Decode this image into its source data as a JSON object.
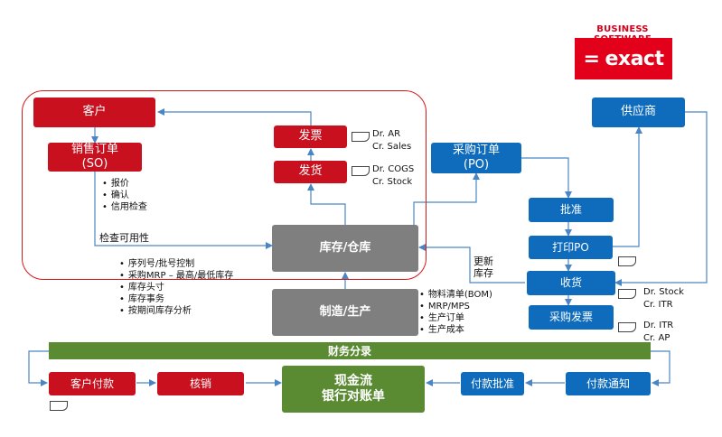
{
  "logo": {
    "tagline": "BUSINESS SOFTWARE",
    "mark": "=",
    "brand": "exact"
  },
  "nodes": {
    "customer": "客户",
    "sales_order": "销售订单\n(SO)",
    "invoice": "发票",
    "delivery": "发货",
    "inventory": "库存/仓库",
    "production": "制造/生产",
    "purchase_order": "采购订单\n(PO)",
    "supplier": "供应商",
    "approve": "批准",
    "print_po": "打印PO",
    "receive": "收货",
    "purchase_invoice": "采购发票",
    "finance": "财务分录",
    "customer_payment": "客户付款",
    "writeoff": "核销",
    "cash_flow": "现金流\n银行对账单",
    "payment_approval": "付款批准",
    "payment_notice": "付款通知"
  },
  "notes": {
    "invoice_entry": "Dr. AR\nCr. Sales",
    "delivery_entry": "Dr. COGS\nCr. Stock",
    "receive_entry": "Dr. Stock\nCr. ITR",
    "purchase_invoice_entry": "Dr. ITR\nCr. AP"
  },
  "labels": {
    "check_availability": "检查可用性",
    "update_inventory": "更新\n库存"
  },
  "so_bullets": [
    "报价",
    "确认",
    "信用检查"
  ],
  "inventory_bullets": [
    "序列号/批号控制",
    "采购MRP – 最高/最低库存",
    "库存头寸",
    "库存事务",
    "按期间库存分析"
  ],
  "production_bullets": [
    "物料清单(BOM)",
    "MRP/MPS",
    "生产订单",
    "生产成本"
  ],
  "colors": {
    "red": "#c8101e",
    "blue": "#0f6cbd",
    "grey": "#7f7f7f",
    "green": "#5a8a32",
    "frame": "#d11a1a",
    "arrow": "#4a86c5"
  }
}
